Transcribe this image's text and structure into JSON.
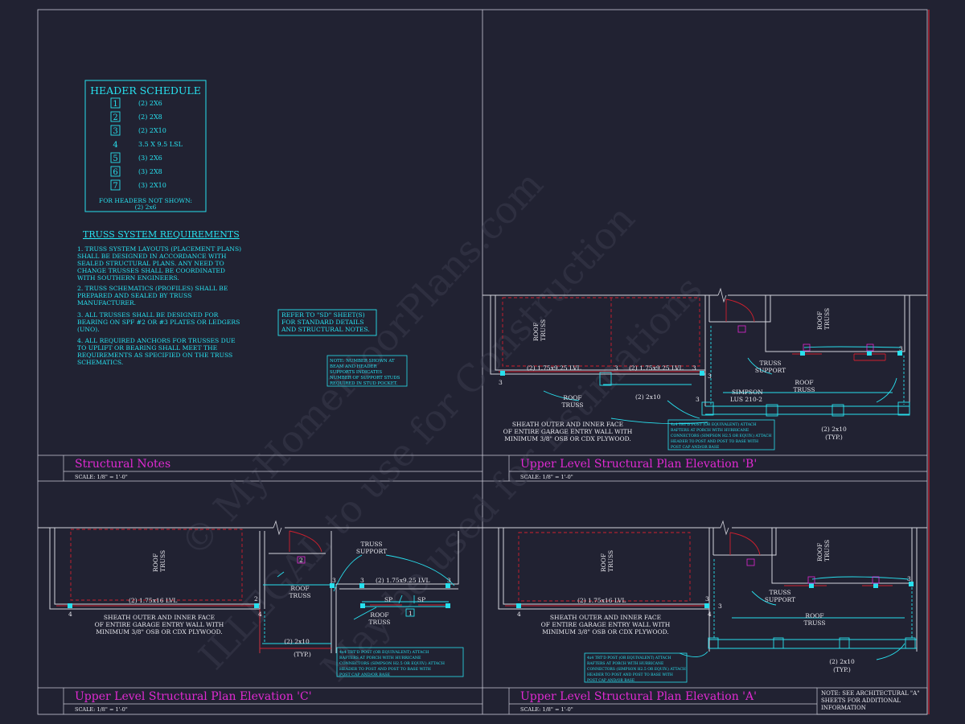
{
  "header_schedule": {
    "title": "HEADER SCHEDULE",
    "rows": [
      {
        "mark": "1",
        "size": "(2) 2X6"
      },
      {
        "mark": "2",
        "size": "(2) 2X8"
      },
      {
        "mark": "3",
        "size": "(2) 2X10"
      },
      {
        "mark": "4",
        "size": "3.5 X 9.5 LSL"
      },
      {
        "mark": "5",
        "size": "(3) 2X6"
      },
      {
        "mark": "6",
        "size": "(3) 2X8"
      },
      {
        "mark": "7",
        "size": "(3) 2X10"
      }
    ],
    "footer_1": "FOR HEADERS NOT SHOWN:",
    "footer_2": "(2) 2x6"
  },
  "truss_requirements": {
    "title": "TRUSS SYSTEM REQUIREMENTS",
    "items": [
      [
        "1. TRUSS SYSTEM LAYOUTS (PLACEMENT PLANS)",
        "SHALL BE DESIGNED IN ACCORDANCE WITH",
        "SEALED STRUCTURAL PLANS. ANY NEED TO",
        "CHANGE TRUSSES SHALL BE COORDINATED",
        "WITH SOUTHERN ENGINEERS."
      ],
      [
        "2. TRUSS SCHEMATICS (PROFILES) SHALL BE",
        "PREPARED AND SEALED BY TRUSS",
        "MANUFACTURER."
      ],
      [
        "3. ALL TRUSSES SHALL BE DESIGNED FOR",
        "BEARING ON SPF #2 OR #3 PLATES OR LEDGERS",
        "(UNO)."
      ],
      [
        "4. ALL REQUIRED ANCHORS FOR TRUSSES DUE",
        "TO UPLIFT OR BEARING SHALL MEET THE",
        "REQUIREMENTS AS SPECIFIED ON THE TRUSS",
        "SCHEMATICS."
      ]
    ]
  },
  "refer_note": [
    "REFER TO \"SD\" SHEET(S)",
    "FOR STANDARD DETAILS",
    "AND STRUCTURAL NOTES."
  ],
  "stud_note": [
    "NOTE: NUMBER SHOWN AT",
    "BEAM AND HEADER",
    "SUPPORTS INDICATES",
    "NUMBER OF SUPPORT STUDS",
    "REQUIRED IN STUD POCKET."
  ],
  "watermark": [
    "© MyHomeFloorPlans.com",
    "ILLEGAL to use for Construction",
    "May be used for Estimations"
  ],
  "panels": {
    "structural_notes": {
      "title": "Structural Notes",
      "scale": "SCALE: 1/8\" = 1'-0\""
    },
    "elev_b": {
      "title": "Upper Level Structural Plan Elevation 'B'",
      "scale": "SCALE: 1/8\" = 1'-0\""
    },
    "elev_c": {
      "title": "Upper Level Structural Plan Elevation 'C'",
      "scale": "SCALE: 1/8\" = 1'-0\""
    },
    "elev_a": {
      "title": "Upper Level Structural Plan Elevation 'A'",
      "scale": "SCALE: 1/8\" = 1'-0\""
    }
  },
  "bottom_note": [
    "NOTE: SEE ARCHITECTURAL \"A\"",
    "SHEETS FOR ADDITIONAL",
    "INFORMATION"
  ],
  "plan_labels": {
    "roof": "ROOF",
    "truss": "TRUSS",
    "truss_support_1": "TRUSS",
    "truss_support_2": "SUPPORT",
    "roof_truss_1": "ROOF",
    "roof_truss_2": "TRUSS",
    "lvl_1_75x9_25": "(2) 1.75x9.25 LVL",
    "lvl_1_75x16": "(2) 1.75x16 LVL",
    "hdr_2x10": "(2) 2x10",
    "typ": "(TYP.)",
    "simpson_1": "SIMPSON",
    "simpson_2": "LUS 210-2",
    "sp": "SP",
    "sheath_b": [
      "SHEATH OUTER AND INNER FACE",
      "OF ENTIRE GARAGE ENTRY WALL WITH",
      "MINIMUM 3/8\" OSB OR CDX PLYWOOD."
    ],
    "sheath_c": [
      "SHEATH OUTER AND INNER FACE",
      "OF ENTIRE GARAGE ENTRY WALL WITH",
      "MINIMUM 3/8\" OSB OR CDX PLYWOOD."
    ],
    "post_note": [
      "4x4 TRT'D POST (OR EQUIVALENT) ATTACH",
      "RAFTERS AT PORCH WITH HURRICANE",
      "CONNECTORS (SIMPSON H2.5 OR EQUIV.) ATTACH",
      "HEADER TO POST AND POST TO BASE WITH",
      "POST CAP AND/OR BASE"
    ]
  }
}
